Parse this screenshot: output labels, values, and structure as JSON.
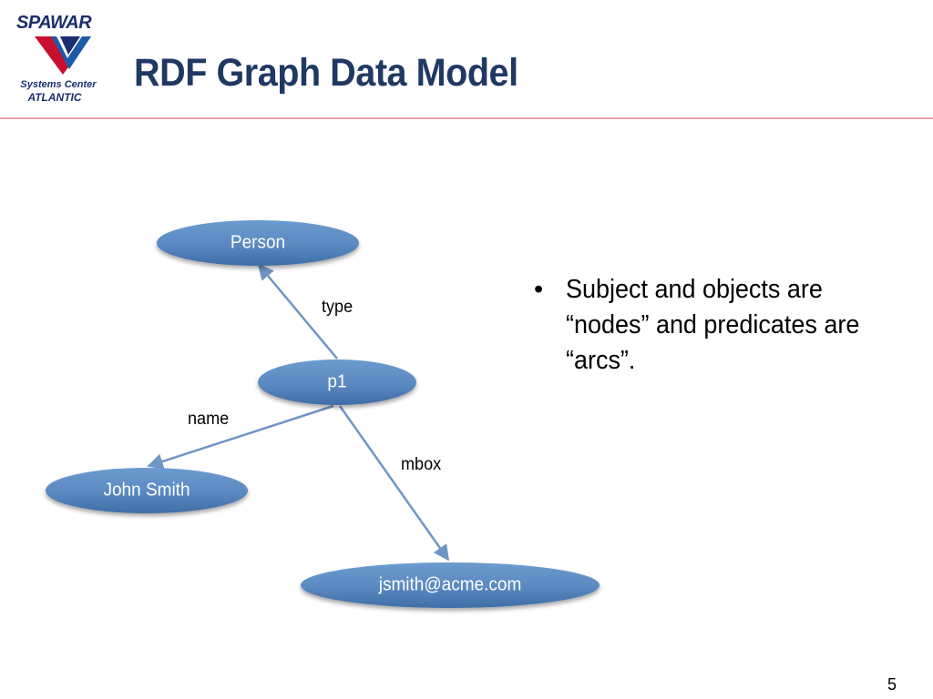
{
  "logo": {
    "brand": "SPAWAR",
    "subtitle_line1": "Systems Center",
    "subtitle_line2": "ATLANTIC",
    "colors": {
      "navy": "#1b2f6e",
      "red": "#c8102e",
      "blue": "#1d5aa8"
    }
  },
  "header": {
    "title": "RDF Graph Data Model"
  },
  "diagram": {
    "nodes": {
      "person": "Person",
      "p1": "p1",
      "john_smith": "John Smith",
      "email": "jsmith@acme.com"
    },
    "edges": {
      "type": "type",
      "name": "name",
      "mbox": "mbox"
    },
    "colors": {
      "node_fill": "#5b8cc4",
      "node_fill_dark": "#3e6ea8",
      "edge": "#6f95c4"
    }
  },
  "content": {
    "bullets": [
      "Subject and objects are “nodes” and predicates are “arcs”."
    ]
  },
  "footer": {
    "page_number": "5"
  }
}
